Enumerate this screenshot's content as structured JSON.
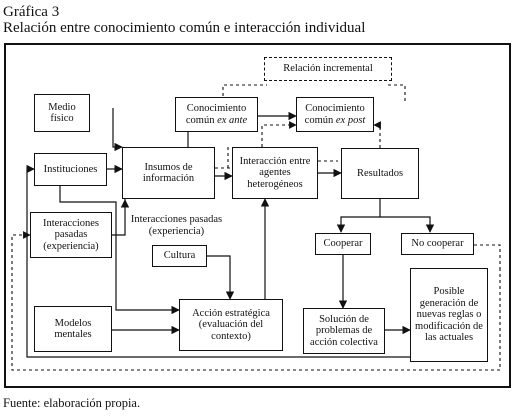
{
  "figure": {
    "label": "Gráfica 3",
    "title": "Relación entre conocimiento común e interacción individual",
    "source": "Fuente: elaboración propia."
  },
  "nodes": {
    "medio_fisico": "Medio físico",
    "instituciones": "Instituciones",
    "interacciones_pasadas": "Interacciones pasadas (experiencia)",
    "modelos_mentales": "Modelos mentales",
    "insumos": "Insumos de información",
    "cultura": "Cultura",
    "conocimiento_ex_ante": {
      "line1": "Conocimiento",
      "line2_prefix": "común ",
      "line2_italic": "ex ante"
    },
    "conocimiento_ex_post": {
      "line1": "Conocimiento",
      "line2_prefix": "común ",
      "line2_italic": "ex post"
    },
    "relacion_incremental": "Relación incremental",
    "interaccion": "Interacción entre agentes heterogéneos",
    "resultados": "Resultados",
    "cooperar": "Cooperar",
    "no_cooperar": "No cooperar",
    "accion_estrategica": "Acción estratégica (evaluación del contexto)",
    "solucion": "Solución de problemas de acción colectiva",
    "posible": "Posible generación de nuevas reglas o modificación de las actuales"
  },
  "edge_labels": {
    "interacciones_pasadas_label": "Interacciones pasadas (experiencia)"
  }
}
